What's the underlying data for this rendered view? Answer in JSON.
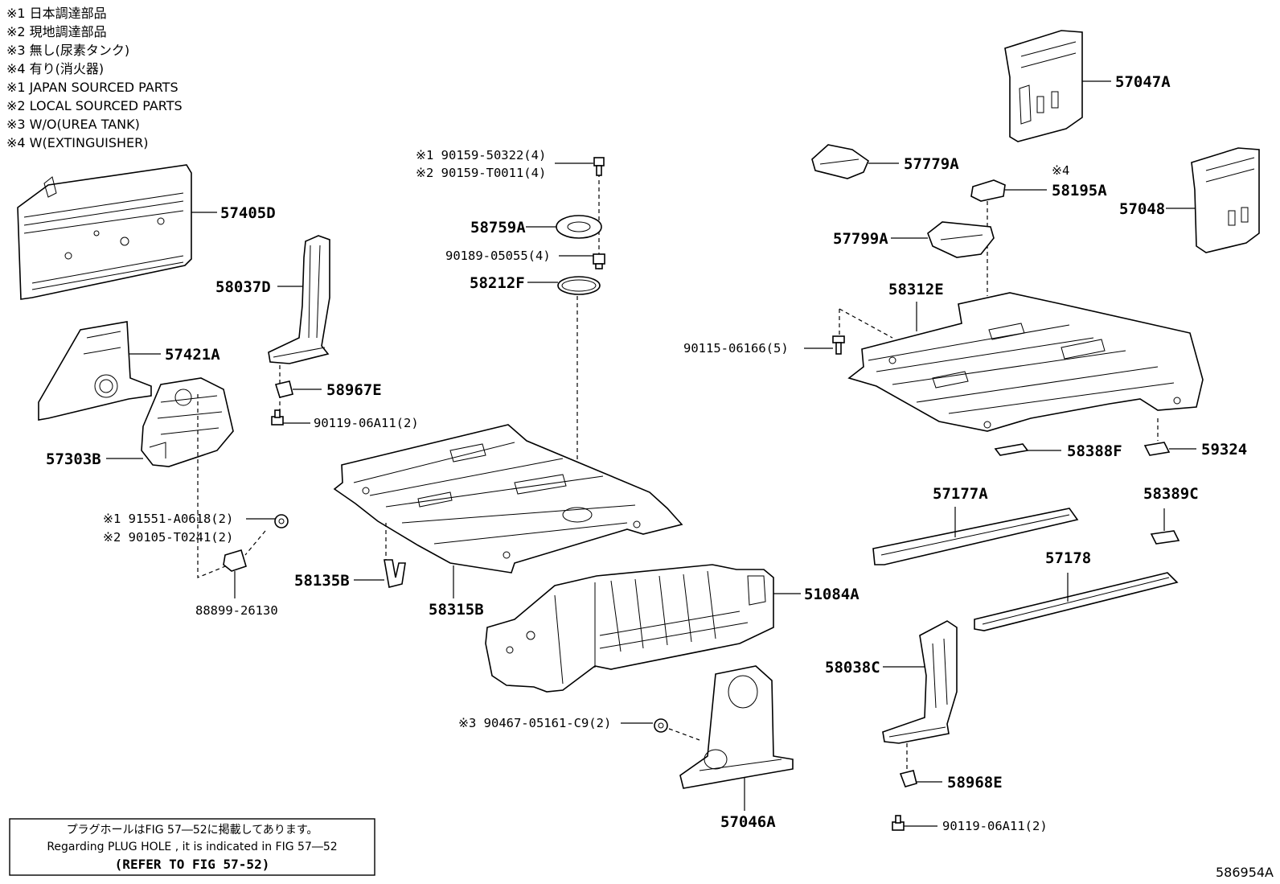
{
  "legend": [
    "※1 日本調達部品",
    "※2 現地調達部品",
    "※3 無し(尿素タンク)",
    "※4 有り(消火器)",
    "※1 JAPAN SOURCED PARTS",
    "※2 LOCAL SOURCED PARTS",
    "※3 W/O(UREA TANK)",
    "※4 W(EXTINGUISHER)"
  ],
  "parts": {
    "p57405D": "57405D",
    "p58037D": "58037D",
    "p57421A": "57421A",
    "p58967E": "58967E",
    "p57303B": "57303B",
    "p90119_1": "90119-06A11(2)",
    "p91551": "※1 91551-A0618(2)",
    "p90105": "※2 90105-T0241(2)",
    "p88899": "88899-26130",
    "p90159_1": "※1 90159-50322(4)",
    "p90159_2": "※2 90159-T0011(4)",
    "p58759A": "58759A",
    "p90189": "90189-05055(4)",
    "p58212F": "58212F",
    "p58135B": "58135B",
    "p58315B": "58315B",
    "p51084A": "51084A",
    "p90467": "※3 90467-05161-C9(2)",
    "p57046A": "57046A",
    "p57047A": "57047A",
    "p57779A": "57779A",
    "p_mark4": "※4",
    "p58195A": "58195A",
    "p57048": "57048",
    "p57799A": "57799A",
    "p58312E": "58312E",
    "p90115": "90115-06166(5)",
    "p58388F": "58388F",
    "p59324": "59324",
    "p57177A": "57177A",
    "p58389C": "58389C",
    "p57178": "57178",
    "p58038C": "58038C",
    "p58968E": "58968E",
    "p90119_2": "90119-06A11(2)"
  },
  "refbox": {
    "line1": "プラグホールはFIG 57―52に掲載してあります。",
    "line2": "Regarding PLUG HOLE , it is indicated in FIG 57―52",
    "line3": "(REFER TO FIG 57-52)"
  },
  "figure_id": "586954A"
}
